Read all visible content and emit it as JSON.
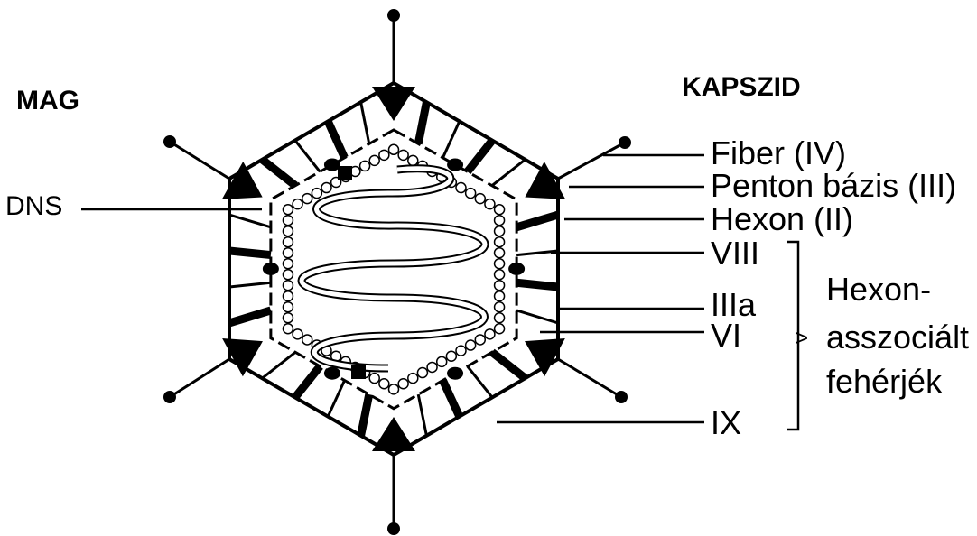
{
  "section_labels": {
    "core": "MAG",
    "capsid": "KAPSZID"
  },
  "labels": {
    "dns": "DNS",
    "fiber": "Fiber (IV)",
    "penton": "Penton bázis (III)",
    "hexon": "Hexon (II)",
    "viii": "VIII",
    "iiia": "IIIa",
    "vi": "VI",
    "ix": "IX"
  },
  "group": {
    "lines": [
      "Hexon-",
      "asszociált",
      "fehérjék"
    ],
    "bracket_symbol": ">"
  },
  "colors": {
    "ink": "#000000",
    "background": "#ffffff"
  }
}
